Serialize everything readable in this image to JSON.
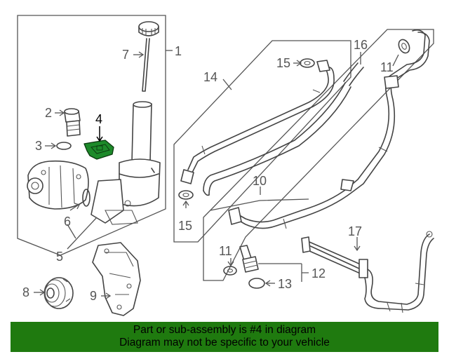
{
  "callouts": {
    "c1": "1",
    "c2": "2",
    "c3": "3",
    "c4": "4",
    "c5": "5",
    "c6": "6",
    "c7": "7",
    "c8": "8",
    "c9": "9",
    "c10": "10",
    "c11a": "11",
    "c11b": "11",
    "c12": "12",
    "c13": "13",
    "c14": "14",
    "c15a": "15",
    "c15b": "15",
    "c16": "16",
    "c17": "17"
  },
  "highlight": {
    "part_number": "4",
    "color": "#1d8a2a"
  },
  "banner": {
    "line1": "Part or sub-assembly is #4 in diagram",
    "line2": "Diagram may not be specific to your vehicle",
    "background": "#1f7a0f"
  }
}
